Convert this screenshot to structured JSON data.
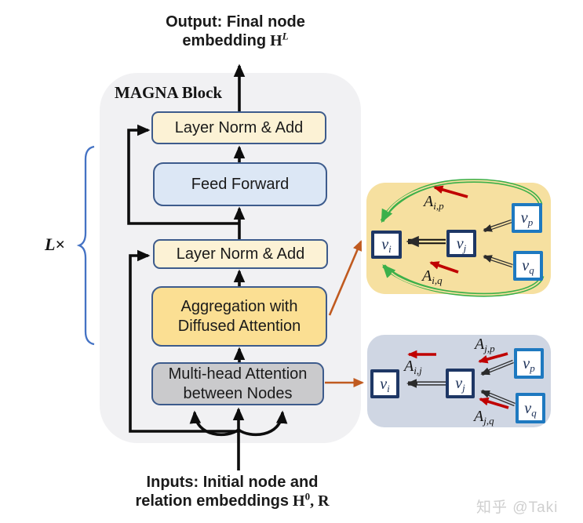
{
  "output_label": {
    "line1": "Output: Final node",
    "line2_prefix": "embedding",
    "h": "H",
    "h_sup": "L"
  },
  "magna_block_title": "MAGNA Block",
  "loop_label": {
    "base": "L",
    "times": "×"
  },
  "blocks": {
    "layer_norm_top": "Layer Norm & Add",
    "feed_forward": "Feed Forward",
    "layer_norm_mid": "Layer Norm & Add",
    "aggregation": {
      "line1": "Aggregation with",
      "line2": "Diffused Attention"
    },
    "multi_head": {
      "line1": "Multi-head Attention",
      "line2": "between Nodes"
    }
  },
  "input_label": {
    "line1": "Inputs: Initial node and",
    "line2_prefix": "relation embeddings",
    "h": "H",
    "h_sup": "0",
    "suffix": ", R"
  },
  "panels": {
    "diffused_attention": {
      "nodes": {
        "vi": {
          "base": "v",
          "sub": "i"
        },
        "vj": {
          "base": "v",
          "sub": "j"
        },
        "vp": {
          "base": "v",
          "sub": "p"
        },
        "vq": {
          "base": "v",
          "sub": "q"
        }
      },
      "labels": {
        "aip": {
          "base": "A",
          "sub": "i,p"
        },
        "aiq": {
          "base": "A",
          "sub": "i,q"
        }
      }
    },
    "one_hop_attention": {
      "nodes": {
        "vi": {
          "base": "v",
          "sub": "i"
        },
        "vj": {
          "base": "v",
          "sub": "j"
        },
        "vp": {
          "base": "v",
          "sub": "p"
        },
        "vq": {
          "base": "v",
          "sub": "q"
        }
      },
      "labels": {
        "aij": {
          "base": "A",
          "sub": "i,j"
        },
        "ajp": {
          "base": "A",
          "sub": "j,p"
        },
        "ajq": {
          "base": "A",
          "sub": "j,q"
        }
      }
    }
  },
  "watermark": "知乎 @Taki",
  "colors": {
    "layer_norm_fill": "#FCF2D5",
    "feed_forward_fill": "#DCE7F5",
    "aggregation_fill": "#FBDF93",
    "multi_head_fill": "#CACACC",
    "box_border": "#3D5B8C",
    "container_fill": "#F1F1F3",
    "diffused_panel_fill": "#F6E0A0",
    "one_hop_panel_fill": "#CFD6E3",
    "node_border_dark": "#1E3765",
    "node_border_light": "#1E79C0",
    "green_arrow": "#3CB04A",
    "red_arrow": "#C00000",
    "orange_arrow": "#C05A1F",
    "brace_blue": "#4472C4",
    "flow_arrow": "#0D0D0D"
  }
}
